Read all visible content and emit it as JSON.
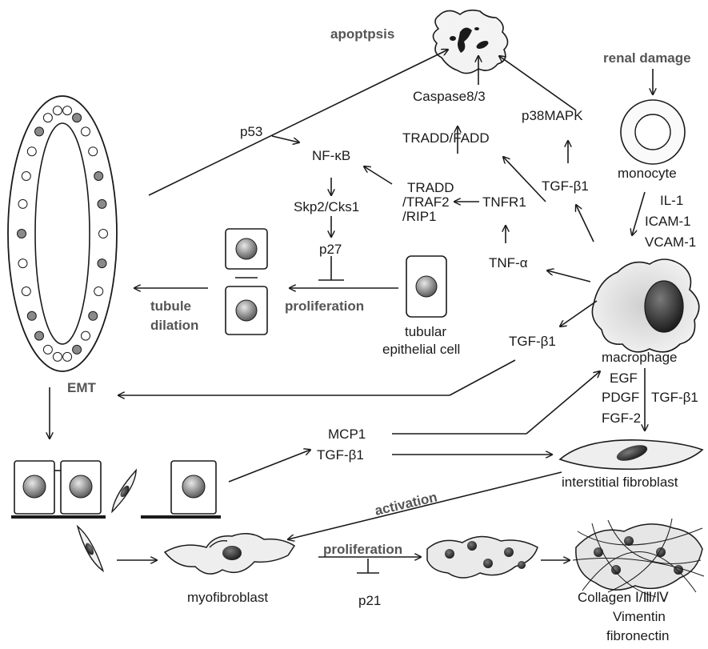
{
  "labels": {
    "apoptosis": "apoptpsis",
    "renal_damage": "renal damage",
    "caspase": "Caspase8/3",
    "p38mapk": "p38MAPK",
    "p53": "p53",
    "tradd_fadd": "TRADD/FADD",
    "monocyte": "monocyte",
    "nfkb": "NF-κB",
    "tradd": "TRADD",
    "traf2": "/TRAF2",
    "rip1": "/RIP1",
    "tnfr1": "TNFR1",
    "tgfb1_upper": "TGF-β1",
    "il1": "IL-1",
    "icam1": "ICAM-1",
    "vcam1": "VCAM-1",
    "skp2_cks1": "Skp2/Cks1",
    "p27": "p27",
    "tnfa": "TNF-α",
    "proliferation_upper": "proliferation",
    "tubule": "tubule",
    "dilation": "dilation",
    "tubular": "tubular",
    "epithelial_cell": "epithelial cell",
    "tgfb1_middle": "TGF-β1",
    "macrophage": "macrophage",
    "emt": "EMT",
    "egf": "EGF",
    "pdgf": "PDGF",
    "fgf2": "FGF-2",
    "tgfb1_side": "TGF-β1",
    "mcp1": "MCP1",
    "tgfb1_lower": "TGF-β1",
    "interstitial_fibroblast": "interstitial fibroblast",
    "activation": "activation",
    "proliferation_lower": "proliferation",
    "myofibroblast": "myofibroblast",
    "p21": "p21",
    "collagen": "Collagen Ⅰ/Ⅲ/Ⅳ",
    "vimentin": "Vimentin",
    "fibronectin": "fibronectin"
  }
}
